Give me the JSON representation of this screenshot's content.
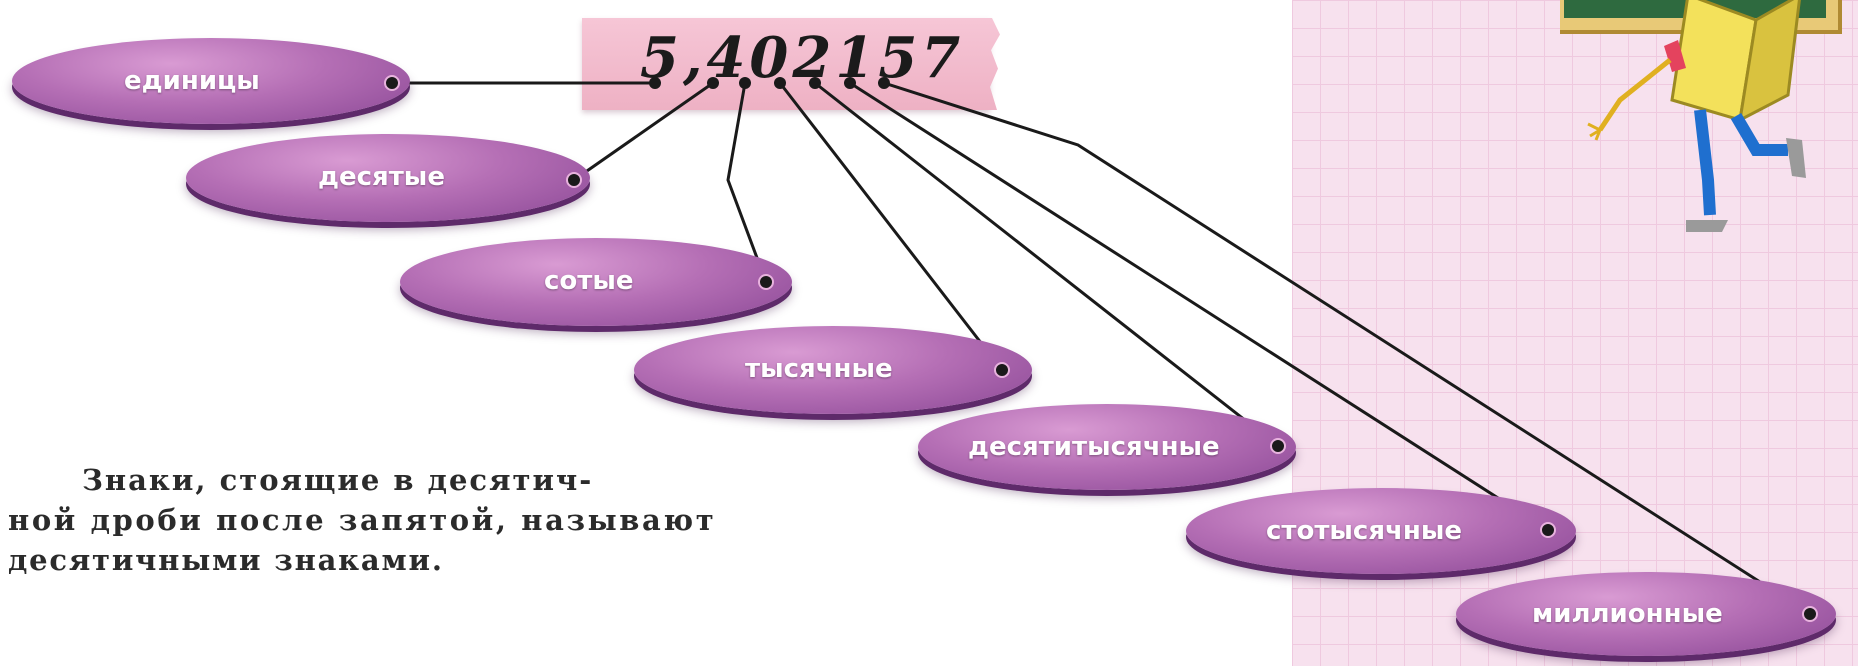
{
  "number": "5,402157",
  "labels": {
    "units": "единицы",
    "tenths": "десятые",
    "hundredths": "сотые",
    "thousandths": "тысячные",
    "ten_thousandths": "десятитысячные",
    "hundred_thousandths": "стотысячные",
    "millionths": "миллионные"
  },
  "caption": {
    "line1": "Знаки, стоящие в десятич-",
    "line2": "ной дроби после запятой, называют",
    "line3": "десятичными знаками."
  },
  "colors": {
    "pill_light": "#d99bd3",
    "pill_dark": "#8a4795",
    "strip": "#f2bccd",
    "grid_bg": "#f7e1ee"
  }
}
